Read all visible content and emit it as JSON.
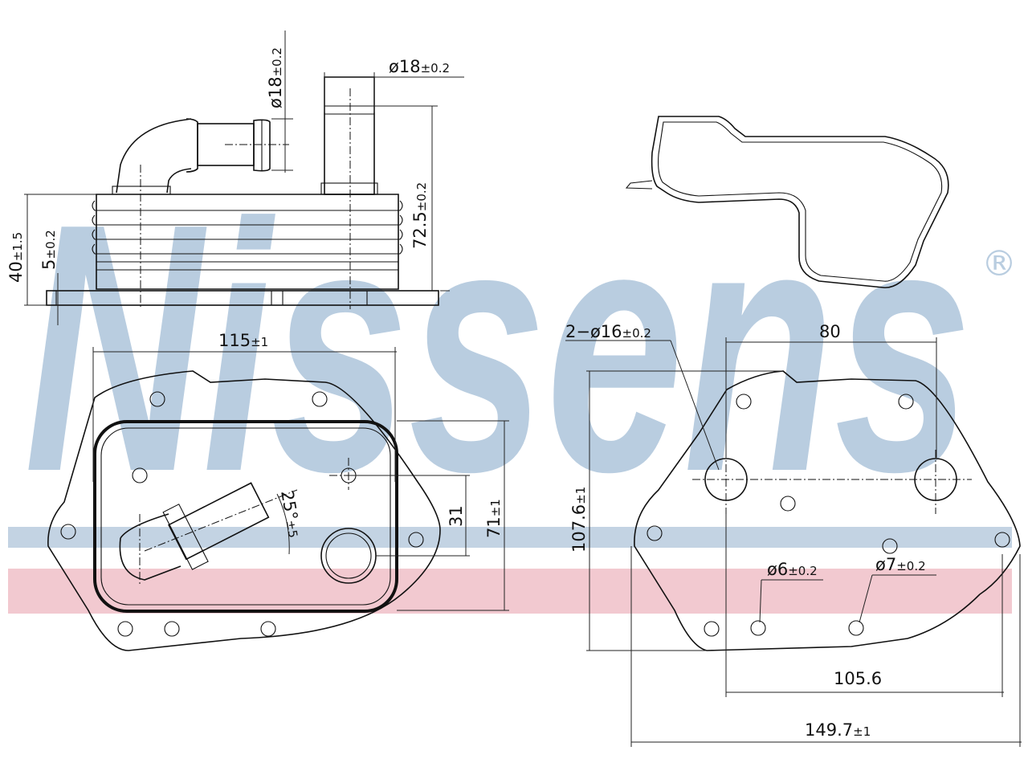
{
  "watermark": {
    "brand": "Nissens",
    "registered": "®",
    "brand_color": "#b9cde0",
    "stripe_blue": "#c3d3e3",
    "stripe_red": "#f2c9d0"
  },
  "dimensions": {
    "top_pipe_dia": "ø18",
    "top_pipe_tol": "±0.2",
    "side_pipe_dia": "ø18",
    "side_pipe_tol": "±0.2",
    "body_height": "72.5",
    "body_height_tol": "±0.2",
    "total_height": "40",
    "total_height_tol": "±1.5",
    "plate_thickness": "5",
    "plate_thickness_tol": "±0.2",
    "width_main": "115",
    "width_main_tol": "±1",
    "angle": "25°",
    "angle_tol": "±5",
    "offset": "31",
    "depth": "71",
    "depth_tol": "±1",
    "holes_label": "2−ø16",
    "holes_tol": "±0.2",
    "hole_spacing": "80",
    "plate_height": "107.6",
    "plate_height_tol": "±1",
    "small_hole_a": "ø6",
    "small_hole_a_tol": "±0.2",
    "small_hole_b": "ø7",
    "small_hole_b_tol": "±0.2",
    "bolt_spacing": "105.6",
    "plate_width": "149.7",
    "plate_width_tol": "±1"
  }
}
